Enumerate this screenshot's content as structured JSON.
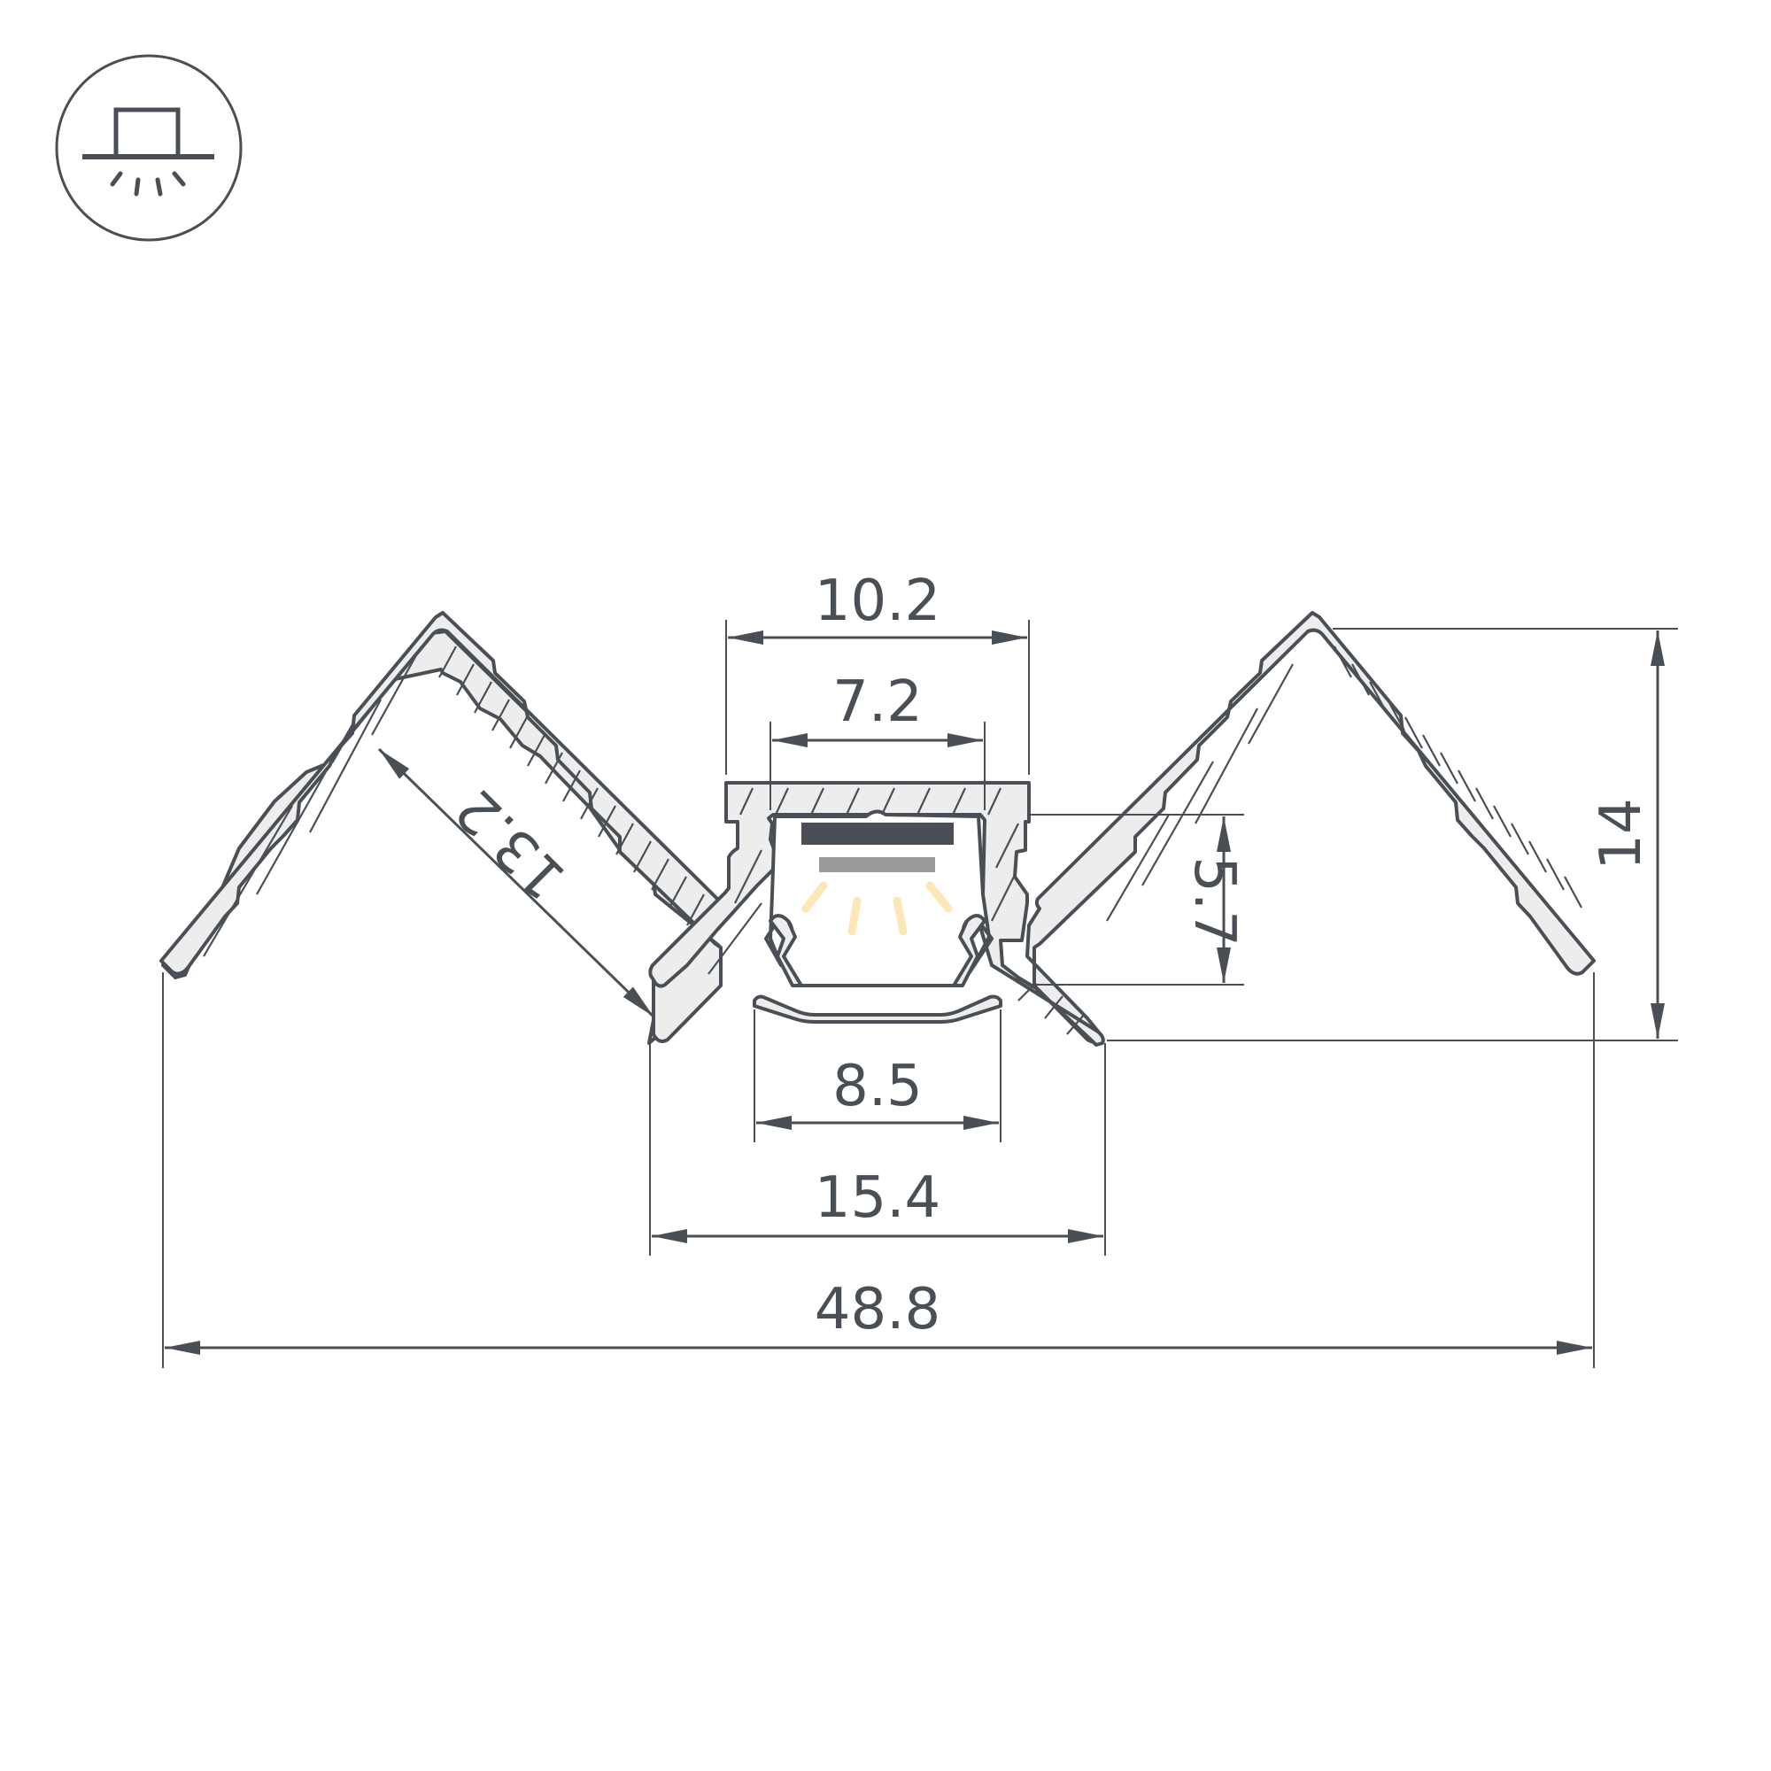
{
  "colors": {
    "line": "#4a4f55",
    "fill": "#ededed",
    "led_dark": "#4a4f55",
    "led_light": "#9a9a9a",
    "light_rays": "#fbe7b8"
  },
  "icon": {
    "name": "surface-mount-light-icon"
  },
  "dimensions": {
    "top_flange_width": "10.2",
    "channel_inner_width": "7.2",
    "wing_length": "13.2",
    "channel_depth": "5.7",
    "total_height": "14",
    "diffuser_width": "8.5",
    "base_width": "15.4",
    "total_width": "48.8"
  }
}
